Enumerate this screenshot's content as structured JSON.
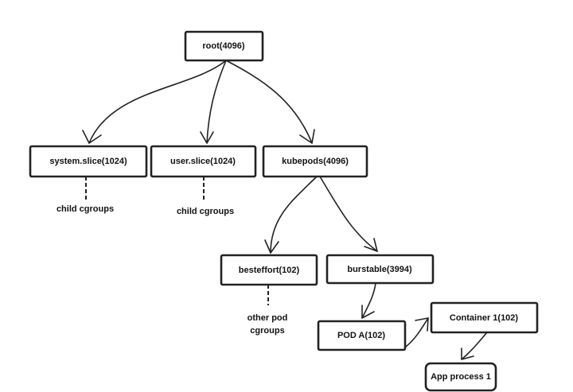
{
  "nodes": {
    "root": "root(4096)",
    "system_slice": "system.slice(1024)",
    "user_slice": "user.slice(1024)",
    "kubepods": "kubepods(4096)",
    "besteffort": "besteffort(102)",
    "burstable": "burstable(3994)",
    "pod_a": "POD A(102)",
    "container_1": "Container 1(102)",
    "app_process": "App process 1"
  },
  "notes": {
    "system_children": "child cgroups",
    "user_children": "child cgroups",
    "other_pod_line1": "other pod",
    "other_pod_line2": "cgroups"
  }
}
